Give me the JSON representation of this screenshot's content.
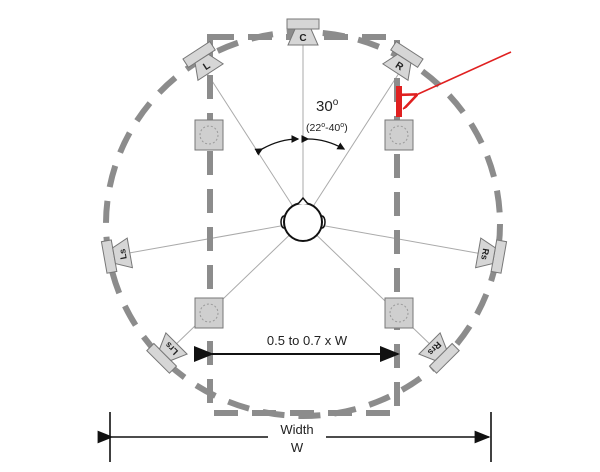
{
  "speakers": {
    "c": "C",
    "l": "L",
    "r": "R",
    "ls": "Ls",
    "rs": "Rs",
    "lrs": "Lrs",
    "rrs": "Rrs"
  },
  "angle": {
    "main": "30",
    "deg": "o",
    "range_open": "(22",
    "range_mid": "-40",
    "range_close": ")"
  },
  "inner_width_label": "0.5 to 0.7 x W",
  "width_label": "Width",
  "width_symbol": "W",
  "colors": {
    "dash": "#8c8c8c",
    "speaker_fill": "#d6d6d6",
    "annotation": "#e02020"
  }
}
